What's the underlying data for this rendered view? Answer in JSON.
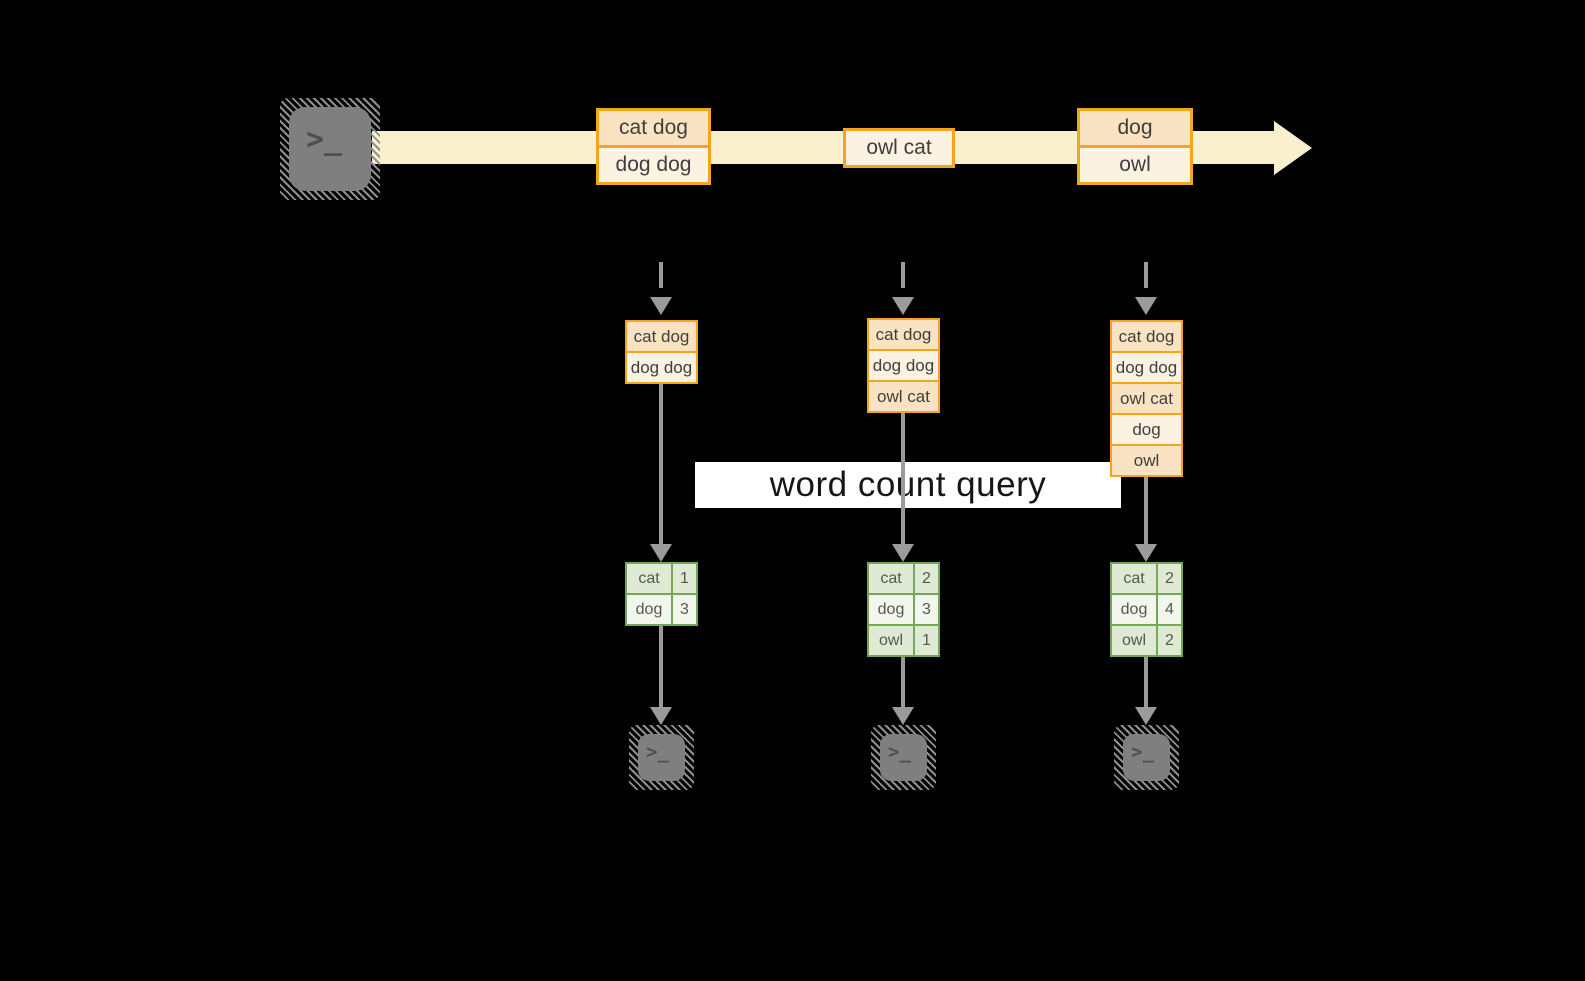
{
  "colors": {
    "background": "#000000",
    "orange_border": "#F2A61E",
    "peach_fill": "#FAE3C3",
    "cream_fill": "#FCF2E2",
    "timeline_fill": "#FAF0CD",
    "green_border": "#74A854",
    "green_cell_dark": "#DFE9D3",
    "green_cell_light": "#F2F6EC",
    "arrow_gray": "#9B9B9B",
    "terminal_gray": "#7F7F7F",
    "banner_bg": "#FFFFFF"
  },
  "terminal_glyph": ">_",
  "timeline": {
    "batches": [
      {
        "rows": [
          "cat dog",
          "dog dog"
        ]
      },
      {
        "rows": [
          "owl cat"
        ]
      },
      {
        "rows": [
          "dog",
          "owl"
        ]
      }
    ]
  },
  "banner": {
    "label": "word count query"
  },
  "columns": [
    {
      "input_rows": [
        "cat dog",
        "dog dog"
      ],
      "counts": [
        {
          "word": "cat",
          "count": "1"
        },
        {
          "word": "dog",
          "count": "3"
        }
      ]
    },
    {
      "input_rows": [
        "cat dog",
        "dog dog",
        "owl cat"
      ],
      "counts": [
        {
          "word": "cat",
          "count": "2"
        },
        {
          "word": "dog",
          "count": "3"
        },
        {
          "word": "owl",
          "count": "1"
        }
      ]
    },
    {
      "input_rows": [
        "cat dog",
        "dog dog",
        "owl cat",
        "dog",
        "owl"
      ],
      "counts": [
        {
          "word": "cat",
          "count": "2"
        },
        {
          "word": "dog",
          "count": "4"
        },
        {
          "word": "owl",
          "count": "2"
        }
      ]
    }
  ]
}
